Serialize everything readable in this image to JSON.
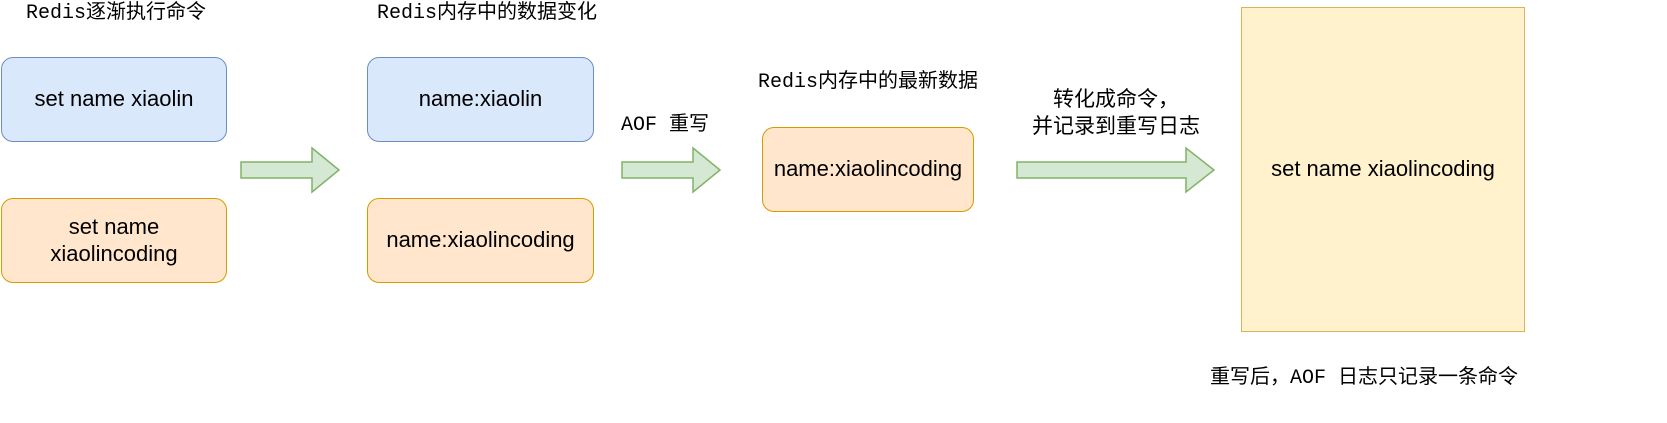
{
  "stage1": {
    "title": "Redis逐渐执行命令",
    "cmd1": "set name xiaolin",
    "cmd2": "set name xiaolincoding"
  },
  "stage2": {
    "title": "Redis内存中的数据变化",
    "data1": "name:xiaolin",
    "data2": "name:xiaolincoding"
  },
  "arrow2": {
    "label": "AOF 重写"
  },
  "stage3": {
    "title": "Redis内存中的最新数据",
    "data": "name:xiaolincoding"
  },
  "arrow3": {
    "line1": "转化成命令，",
    "line2": "并记录到重写日志"
  },
  "aof_log": {
    "content": "set name xiaolincoding",
    "caption": "重写后，AOF 日志只记录一条命令"
  },
  "colors": {
    "blue_fill": "#dae8fc",
    "blue_stroke": "#6c8ebf",
    "orange_fill": "#ffe6cc",
    "orange_stroke": "#d79b00",
    "yellow_fill": "#fff2cc",
    "yellow_stroke": "#d6b656",
    "arrow_fill": "#d5e8d4",
    "arrow_stroke": "#82b366"
  }
}
